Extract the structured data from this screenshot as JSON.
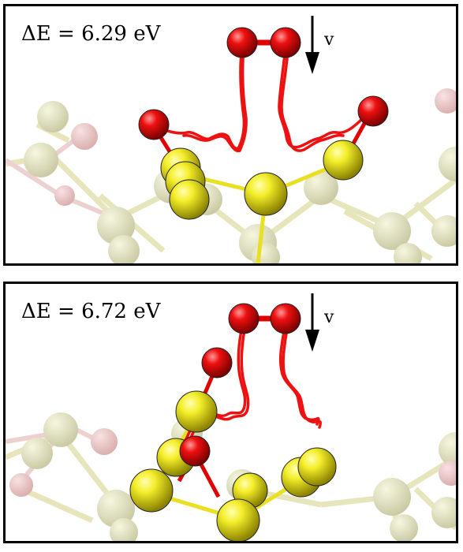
{
  "figure": {
    "panels": [
      {
        "energy_label": "ΔE = 6.29 eV",
        "velocity_label": "v"
      },
      {
        "energy_label": "ΔE = 6.72 eV",
        "velocity_label": "v"
      }
    ]
  },
  "colors": {
    "oxygen": "#e3000b",
    "silicon": "#e9e21a",
    "bond": "#d8d84a",
    "trajectory": "#ee1111"
  },
  "icons": [
    "down-arrow-icon"
  ]
}
